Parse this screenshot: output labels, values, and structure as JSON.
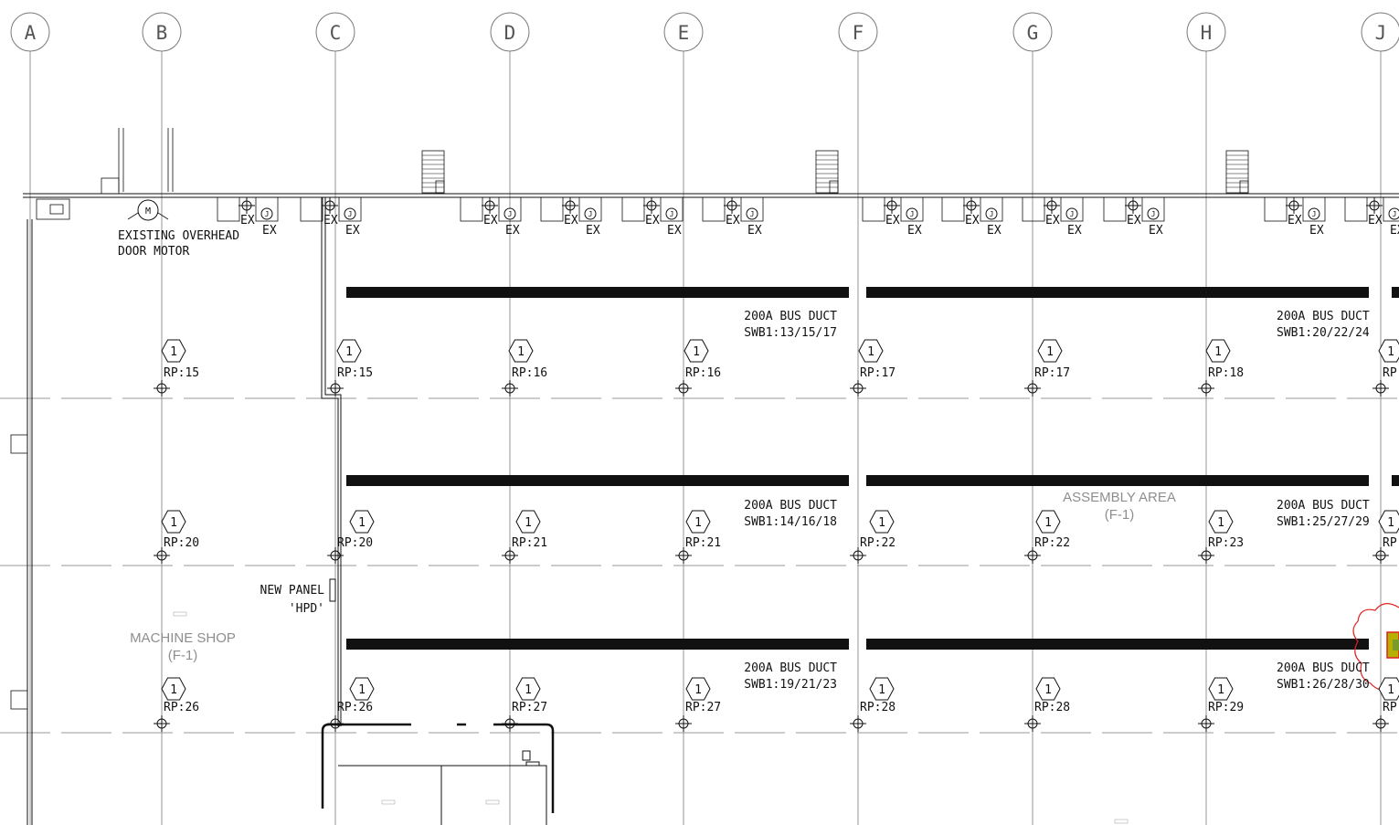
{
  "grid_columns": [
    "A",
    "B",
    "C",
    "D",
    "E",
    "F",
    "G",
    "H",
    "J"
  ],
  "notes": {
    "door_motor": [
      "EXISTING OVERHEAD",
      "DOOR MOTOR"
    ],
    "new_panel": [
      "NEW PANEL",
      "'HPD'"
    ]
  },
  "rooms": {
    "machine_shop": {
      "name": "MACHINE SHOP",
      "occupancy": "(F-1)"
    },
    "assembly_area": {
      "name": "ASSEMBLY AREA",
      "occupancy": "(F-1)"
    }
  },
  "bus_ducts": [
    {
      "label": "200A BUS DUCT",
      "circuit": "SWB1:13/15/17"
    },
    {
      "label": "200A BUS DUCT",
      "circuit": "SWB1:20/22/24"
    },
    {
      "label": "200A BUS DUCT",
      "circuit": "SWB1:14/16/18"
    },
    {
      "label": "200A BUS DUCT",
      "circuit": "SWB1:25/27/29"
    },
    {
      "label": "200A BUS DUCT",
      "circuit": "SWB1:19/21/23"
    },
    {
      "label": "200A BUS DUCT",
      "circuit": "SWB1:26/28/30"
    }
  ],
  "keynote": "1",
  "fixture_tags": [
    [
      "RP:15",
      "RP:15",
      "RP:16",
      "RP:16",
      "RP:17",
      "RP:17",
      "RP:18",
      "RP"
    ],
    [
      "RP:20",
      "RP:20",
      "RP:21",
      "RP:21",
      "RP:22",
      "RP:22",
      "RP:23",
      "RP"
    ],
    [
      "RP:26",
      "RP:26",
      "RP:27",
      "RP:27",
      "RP:28",
      "RP:28",
      "RP:29",
      "RP"
    ]
  ],
  "exhaust_tag": "EX",
  "junction_tag": "J",
  "motor_tag": "M",
  "colors": {
    "line": "#111111",
    "grid": "#7a7a7a",
    "room_text": "#8e8e8e",
    "cloud": "#e02020",
    "highlight": "#f0e000"
  }
}
